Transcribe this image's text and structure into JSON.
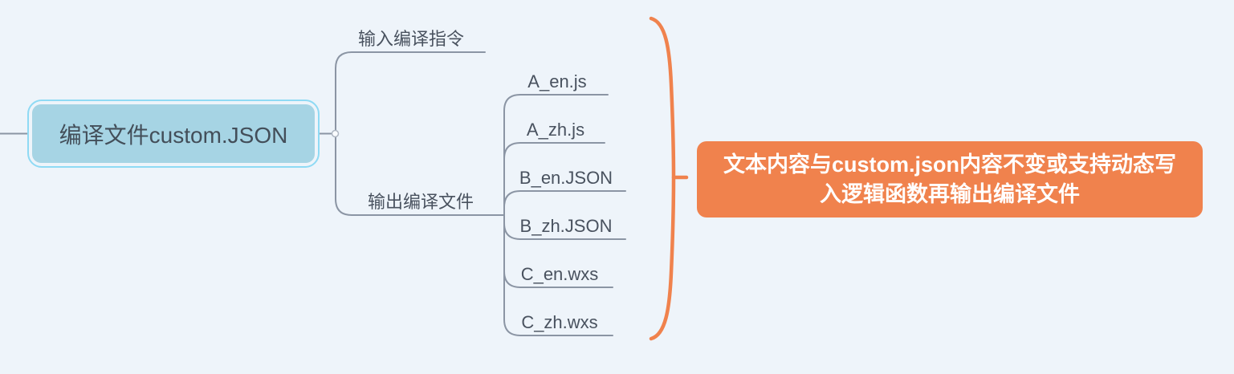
{
  "canvas": {
    "background_color": "#eef4fa",
    "connector_color": "#8b95a4",
    "summary_accent_color": "#f0824d",
    "root_fill_color": "#a6d4e4",
    "root_ring_color": "#8fdaf4",
    "text_color": "#434e59"
  },
  "root": {
    "label": "编译文件custom.JSON"
  },
  "branches": [
    {
      "label": "输入编译指令",
      "children": []
    },
    {
      "label": "输出编译文件",
      "children": [
        "A_en.js",
        "A_zh.js",
        "B_en.JSON",
        "B_zh.JSON",
        "C_en.wxs",
        "C_zh.wxs"
      ]
    }
  ],
  "summary": {
    "label": "文本内容与custom.json内容不变或支持动态写入逻辑函数再输出编译文件"
  }
}
